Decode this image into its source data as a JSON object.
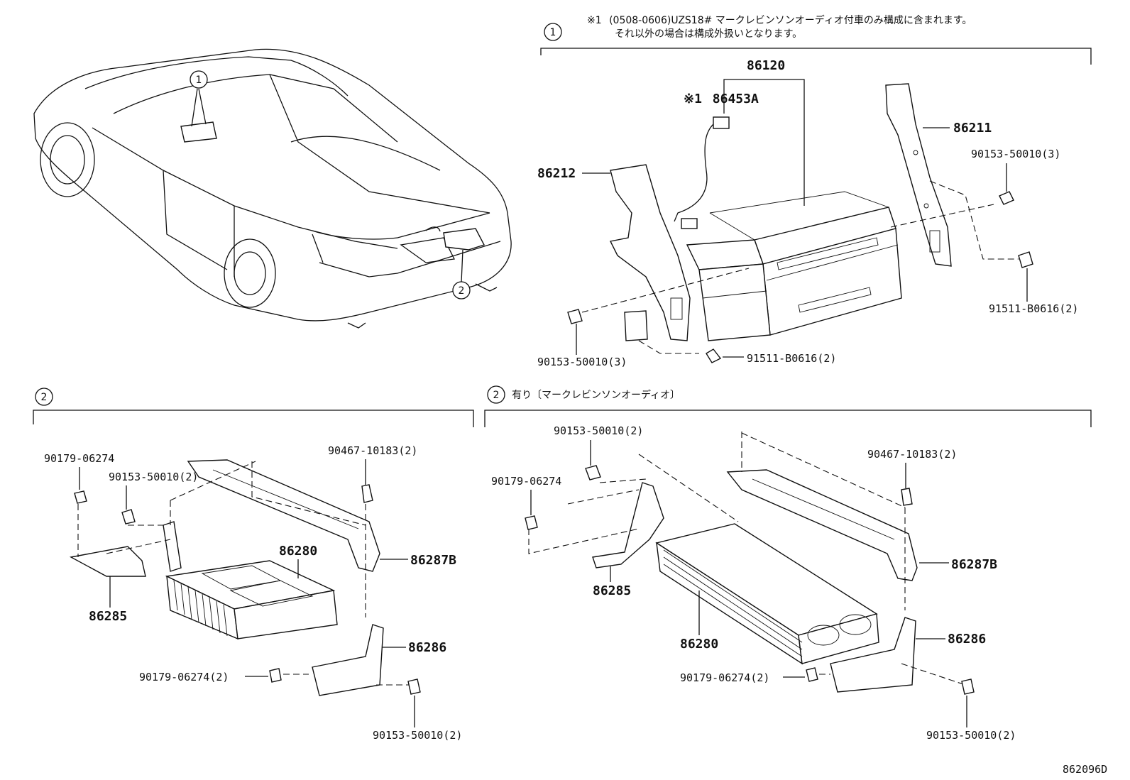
{
  "note": {
    "marker": "※1",
    "line1": "(0508-0606)UZS18# マークレビンソンオーディオ付車のみ構成に含まれます。",
    "line2": "それ以外の場合は構成外扱いとなります。"
  },
  "circle1": "1",
  "circle2": "2",
  "section2_note": "有り〔マークレビンソンオーディオ〕",
  "top_labels": {
    "p86120": "86120",
    "mark1": "※1",
    "p86453A": "86453A",
    "p86211": "86211",
    "p86212": "86212",
    "b90153_3_right": "90153-50010(3)",
    "b91511_2_right": "91511-B0616(2)",
    "b90153_3_left": "90153-50010(3)",
    "b91511_2_mid": "91511-B0616(2)"
  },
  "left_labels": {
    "n90179": "90179-06274",
    "b90153_2": "90153-50010(2)",
    "c90467": "90467-10183(2)",
    "p86280": "86280",
    "p86287B": "86287B",
    "p86285": "86285",
    "p86286": "86286",
    "n90179_2": "90179-06274(2)",
    "b90153_2_low": "90153-50010(2)"
  },
  "right_labels": {
    "b90153_2": "90153-50010(2)",
    "c90467": "90467-10183(2)",
    "n90179": "90179-06274",
    "p86287B": "86287B",
    "p86285": "86285",
    "p86286": "86286",
    "p86280": "86280",
    "n90179_2": "90179-06274(2)",
    "b90153_2_low": "90153-50010(2)"
  },
  "diagram_id": "862096D"
}
